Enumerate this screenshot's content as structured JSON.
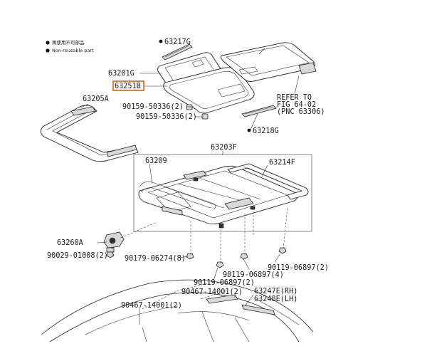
{
  "legend": {
    "jp": "再使用不可部品",
    "en": "Non-reusable part"
  },
  "labels": {
    "p63217G": "63217G",
    "p63201G": "63201G",
    "p63251B": "63251B",
    "p63205A": "63205A",
    "p90159a": "90159-50336(2)",
    "p90159b": "90159-50336(2)",
    "refer1": "REFER TO",
    "refer2": "FIG 64-02",
    "refer3": "(PNC 63306)",
    "p63218G": "63218G",
    "p63203F": "63203F",
    "p63209": "63209",
    "p63214F": "63214F",
    "p63260A": "63260A",
    "p90029": "90029-01008(2)",
    "p90179": "90179-06274(8)",
    "p90119a": "90119-06897(2)",
    "p90119b": "90119-06897(4)",
    "p90119c": "90119-06897(2)",
    "p90467a": "90467-14001(2)",
    "p90467b": "90467-14001(2)",
    "p63247E": "63247E(RH)",
    "p63248E": "63248E(LH)"
  },
  "highlight_color": "#e06010"
}
